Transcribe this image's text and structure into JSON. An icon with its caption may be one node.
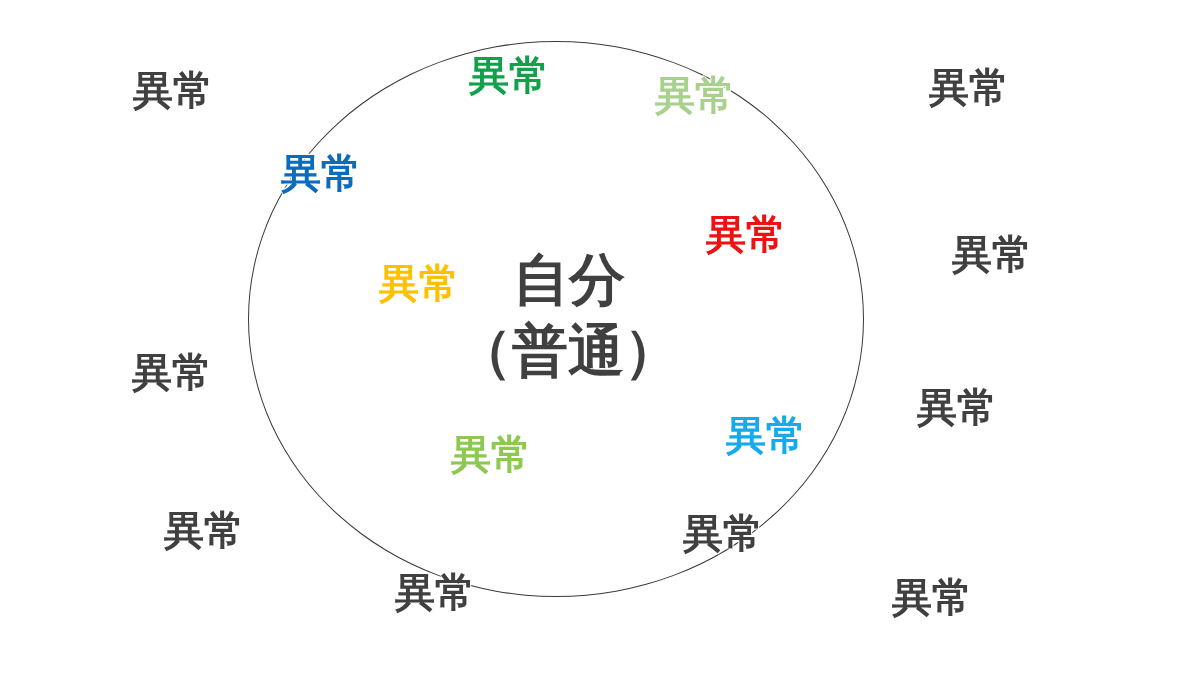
{
  "diagram": {
    "nodes": [
      {
        "text": [
          "自分",
          "（普通）"
        ]
      }
    ],
    "labels": [
      "異常",
      "異常",
      "異常",
      "異常",
      "異常",
      "異常",
      "異常",
      "異常",
      "異常",
      "異常",
      "異常",
      "異常",
      "異常",
      "異常",
      "異常",
      "異常"
    ]
  }
}
